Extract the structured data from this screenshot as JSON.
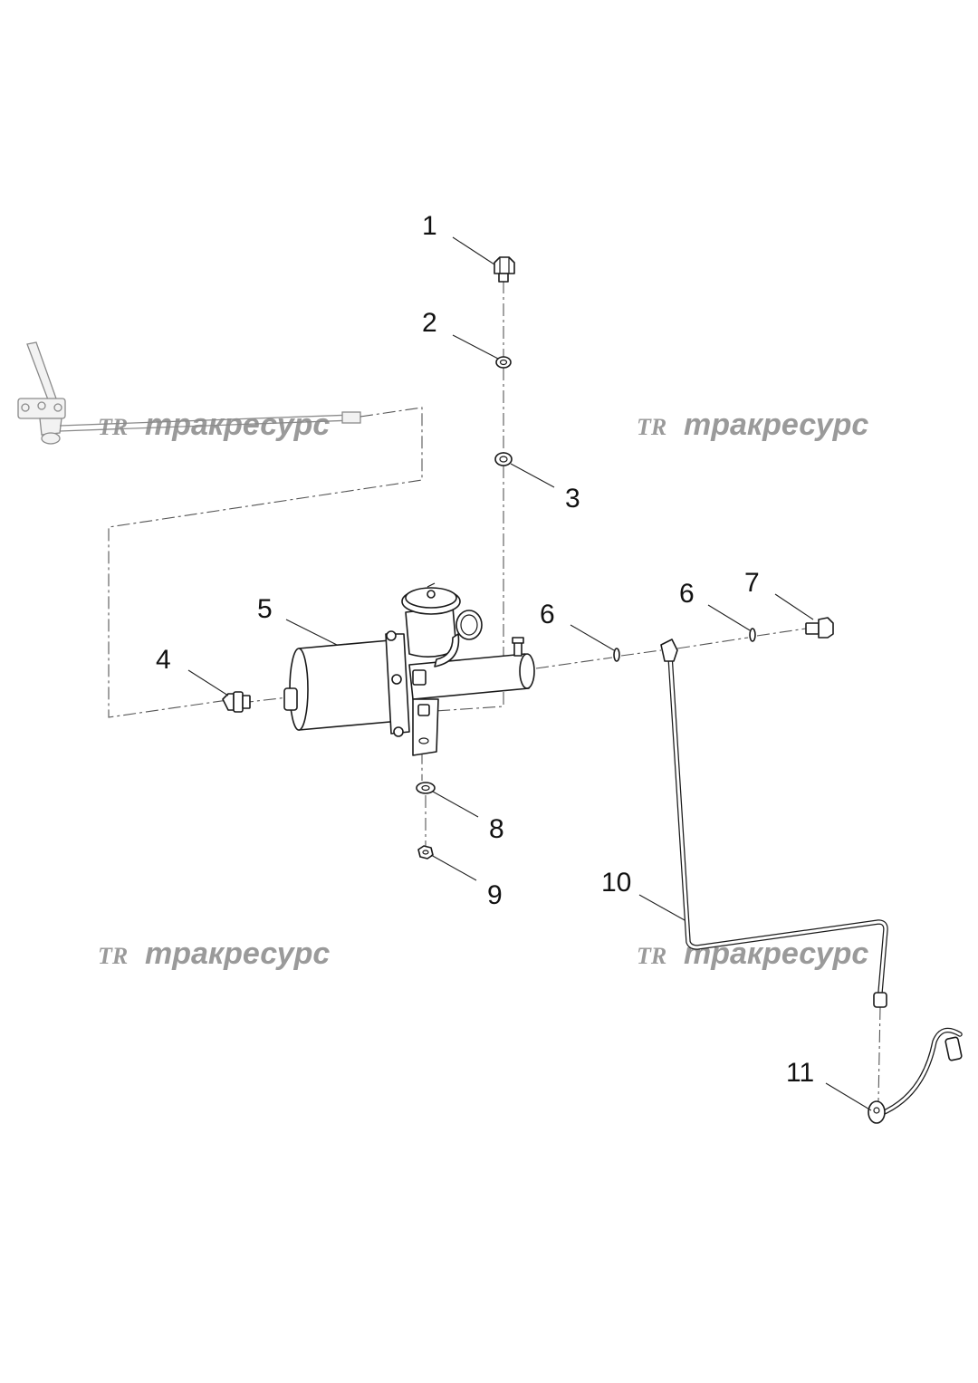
{
  "callouts": [
    {
      "id": "1",
      "label": "1"
    },
    {
      "id": "2",
      "label": "2"
    },
    {
      "id": "3",
      "label": "3"
    },
    {
      "id": "4",
      "label": "4"
    },
    {
      "id": "5",
      "label": "5"
    },
    {
      "id": "6a",
      "label": "6"
    },
    {
      "id": "6b",
      "label": "6"
    },
    {
      "id": "7",
      "label": "7"
    },
    {
      "id": "8",
      "label": "8"
    },
    {
      "id": "9",
      "label": "9"
    },
    {
      "id": "10",
      "label": "10"
    },
    {
      "id": "11",
      "label": "11"
    }
  ],
  "watermark": {
    "text": "тракресурс",
    "logo": "TR",
    "color": "#9a9a9a"
  },
  "colors": {
    "line": "#1a1a1a",
    "centerline": "#555555",
    "background": "#ffffff"
  }
}
